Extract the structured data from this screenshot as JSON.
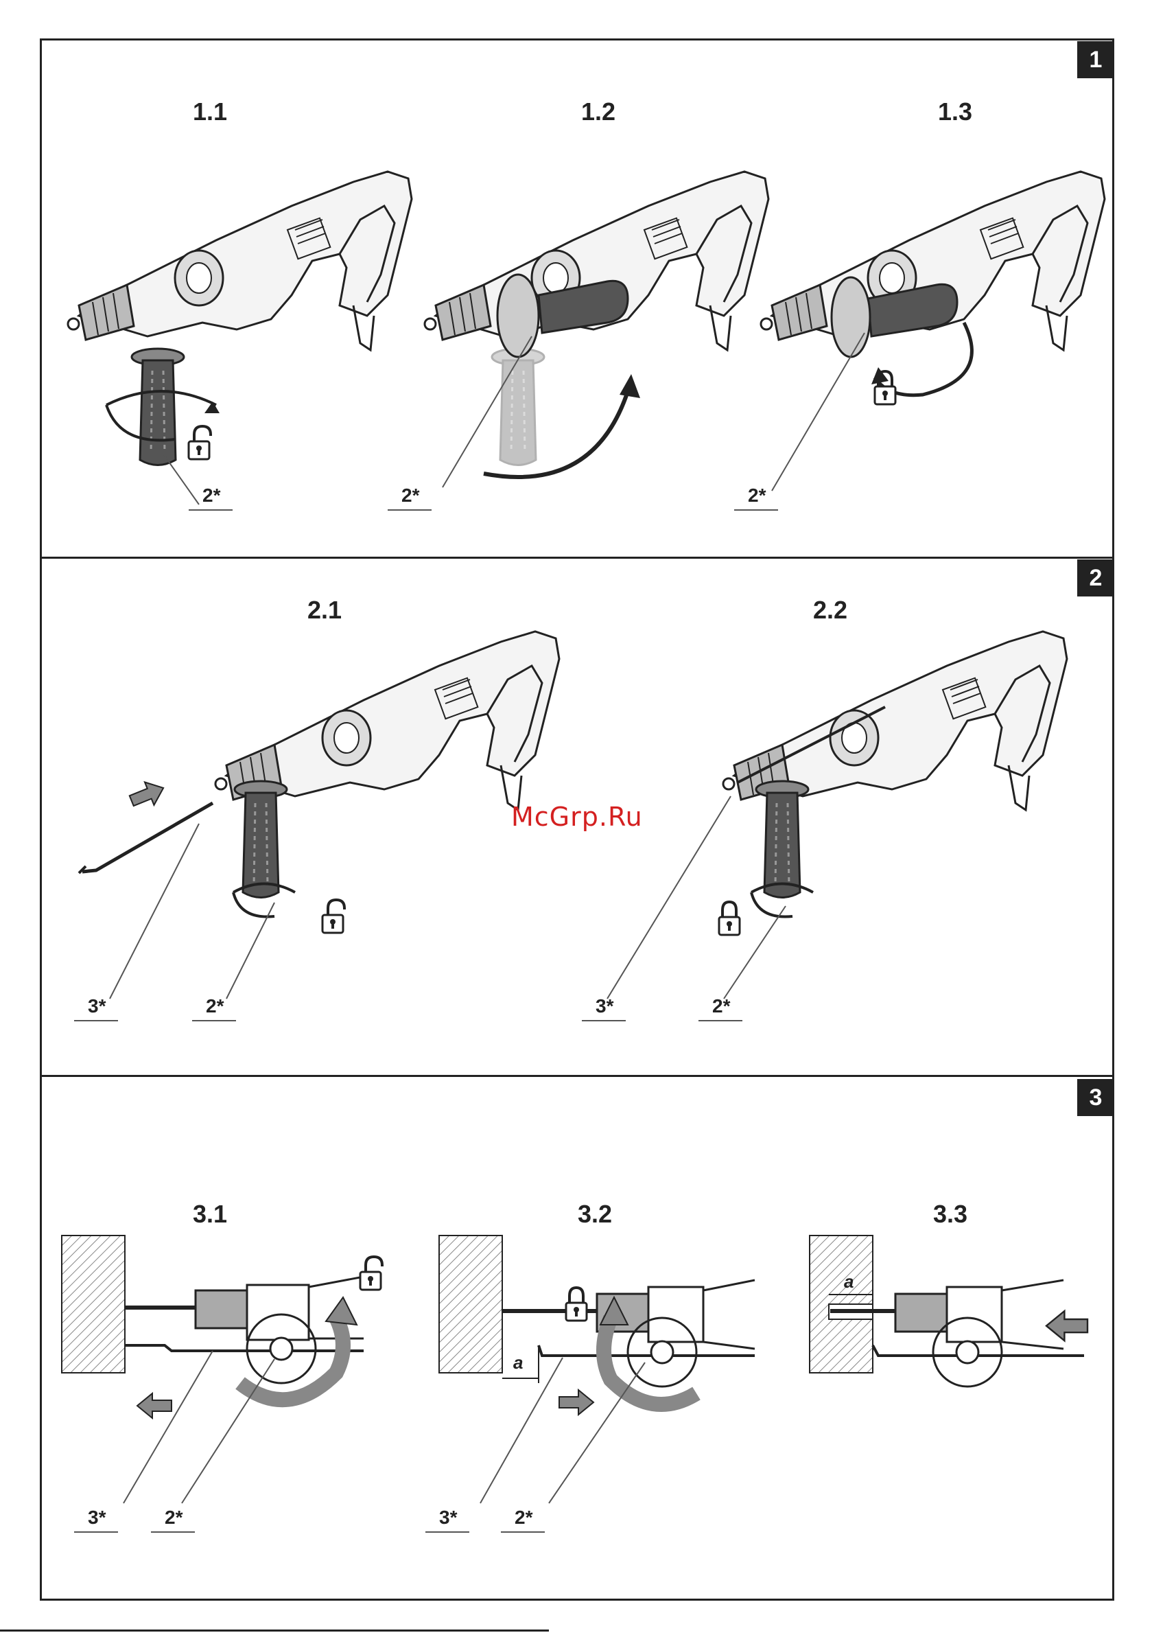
{
  "watermark": "McGrp.Ru",
  "sections": [
    {
      "number": "1",
      "steps": [
        {
          "label": "1.1",
          "callouts": [
            "2*"
          ]
        },
        {
          "label": "1.2",
          "callouts": [
            "2*"
          ]
        },
        {
          "label": "1.3",
          "callouts": [
            "2*"
          ]
        }
      ]
    },
    {
      "number": "2",
      "steps": [
        {
          "label": "2.1",
          "callouts": [
            "3*",
            "2*"
          ]
        },
        {
          "label": "2.2",
          "callouts": [
            "3*",
            "2*"
          ]
        }
      ]
    },
    {
      "number": "3",
      "steps": [
        {
          "label": "3.1",
          "callouts": [
            "3*",
            "2*"
          ]
        },
        {
          "label": "3.2",
          "callouts": [
            "3*",
            "2*"
          ],
          "dimension": "a"
        },
        {
          "label": "3.3",
          "dimension": "a"
        }
      ]
    }
  ],
  "icons": {
    "unlock": "padlock-open-icon",
    "lock": "padlock-closed-icon",
    "push": "arrow-icon",
    "rotate": "rotate-arrow-icon"
  },
  "colors": {
    "line": "#222222",
    "watermark": "#d42020",
    "hatch": "#888888"
  }
}
